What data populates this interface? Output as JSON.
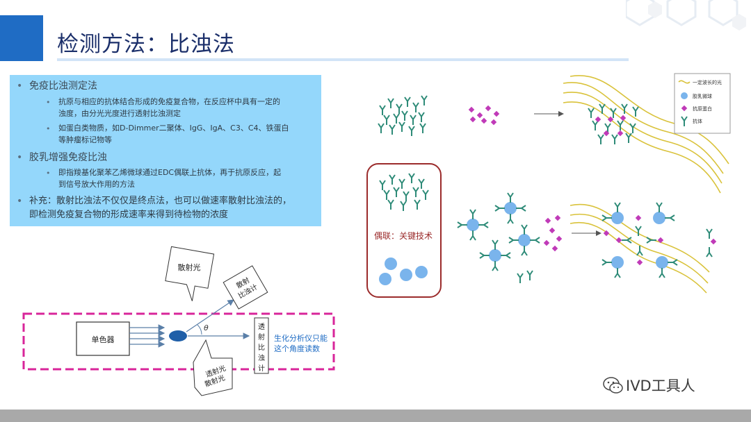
{
  "header": {
    "title": "检测方法：比浊法"
  },
  "text_panel": {
    "item1": {
      "heading": "免疫比浊测定法",
      "sub1_line1": "抗原与相应的抗体结合形成的免疫复合物，在反应杯中具有一定的",
      "sub1_line2": "浊度，由分光光度进行透射比浊测定",
      "sub2_line1": "如蛋白类物质，如D-Dimmer二聚体、IgG、IgA、C3、C4、铁蛋白",
      "sub2_line2": "等肿瘤标记物等"
    },
    "item2": {
      "heading": "胶乳增强免疫比浊",
      "sub1_line1": "即指羧基化聚苯乙烯微球通过EDC偶联上抗体，再于抗原反应，起",
      "sub1_line2": "到信号放大作用的方法"
    },
    "item3": {
      "line1": "补充：散射比浊法不仅仅是终点法，也可以做速率散射比浊法的，",
      "line2": "即检测免疫复合物的形成速率来得到待检物的浓度"
    }
  },
  "optics": {
    "monochromator": "单色器",
    "scatter_light": "散射光",
    "scatter_meter_1": "散射",
    "scatter_meter_2": "比浊计",
    "theta": "θ",
    "transmit_meter": [
      "透",
      "射",
      "比",
      "浊",
      "计"
    ],
    "transmit_scatter_1": "透射光",
    "transmit_scatter_2": "散射光",
    "note_line1": "生化分析仪只能",
    "note_line2": "这个角度读数"
  },
  "legend": {
    "light": "一定波长的光",
    "bead": "胶乳微球",
    "antigen": "抗原蛋白",
    "antibody": "抗体"
  },
  "coupling": {
    "label": "偶联：关键技术"
  },
  "watermark": {
    "text": "IVD工具人"
  },
  "colors": {
    "accent": "#1f6cc4",
    "panel": "#94d7fb",
    "dashed_frame": "#d8259a",
    "antibody": "#2e8b78",
    "antigen": "#c03ab8",
    "bead": "#7ab4ec",
    "light": "#d9c23a",
    "coupling_frame": "#9b2b2b"
  }
}
